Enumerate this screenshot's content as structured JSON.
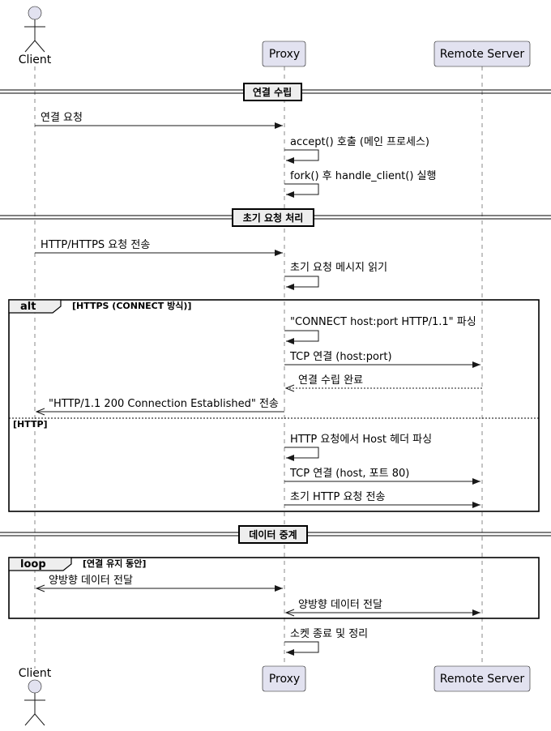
{
  "participants": {
    "client": "Client",
    "proxy": "Proxy",
    "server": "Remote Server"
  },
  "sections": {
    "connect": "연결 수립",
    "initial": "초기 요청 처리",
    "relay": "데이터 중계"
  },
  "messages": {
    "m1": "연결 요청",
    "m2": "accept() 호출 (메인 프로세스)",
    "m3": "fork() 후 handle_client() 실행",
    "m4": "HTTP/HTTPS 요청 전송",
    "m5": "초기 요청 메시지 읽기",
    "m6": "\"CONNECT host:port HTTP/1.1\" 파싱",
    "m7": "TCP 연결 (host:port)",
    "m8": "연결 수립 완료",
    "m9": "\"HTTP/1.1 200 Connection Established\" 전송",
    "m10": "HTTP 요청에서 Host 헤더 파싱",
    "m11": "TCP 연결 (host, 포트 80)",
    "m12": "초기 HTTP 요청 전송",
    "m13": "양방향 데이터 전달",
    "m14": "양방향 데이터 전달",
    "m15": "소켓 종료 및 정리"
  },
  "alt": {
    "keyword": "alt",
    "guard1": "[HTTPS (CONNECT 방식)]",
    "guard2": "[HTTP]"
  },
  "loop": {
    "keyword": "loop",
    "guard": "[연결 유지 동안]"
  },
  "colors": {
    "participant_fill": "#E2E2F0",
    "lifeline": "#888888",
    "line": "#181818"
  }
}
